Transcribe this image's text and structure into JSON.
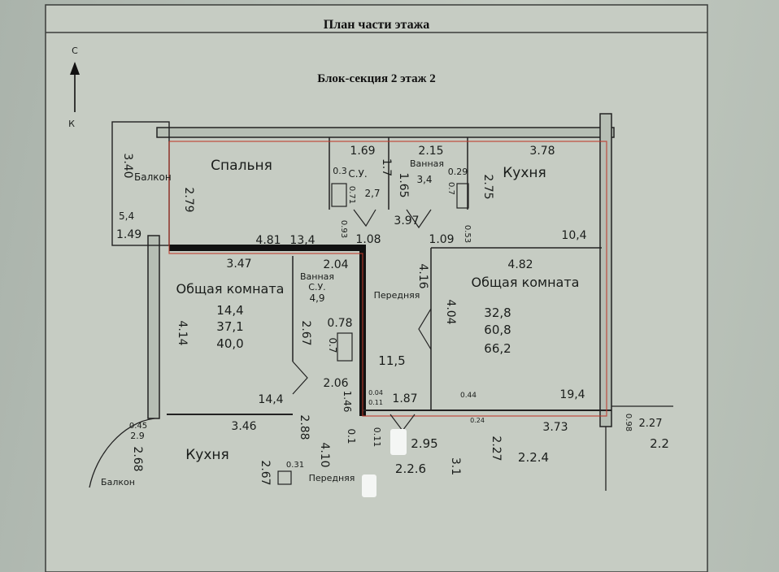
{
  "sheet": {
    "title": "План части этажа",
    "subtitle": "Блок-секция 2 этаж 2"
  },
  "compass": {
    "north": "С",
    "south": "К"
  },
  "rooms": {
    "balcony_top": {
      "label": "Балкон",
      "dim_v": "3.40",
      "area": "5,4",
      "dim_h": "1.49"
    },
    "bedroom": {
      "label": "Спальня",
      "dim_top": "1.69",
      "dim_side": "2.79",
      "dim_bottom": "4.81",
      "area": "13,4"
    },
    "wc_top": {
      "label": "С.У.",
      "dim_w": "0.3",
      "dim_v": "1.7",
      "area": "2,7",
      "dim_small": "0.71",
      "dim_bottom": "1.08",
      "dim_diag": "0.93"
    },
    "bath_top": {
      "label": "Ванная",
      "dim_top": "2.15",
      "dim_side": "1.65",
      "area": "3,4",
      "dim_w": "0.29",
      "dim_small": "0.7",
      "dim_bottom": "3.97"
    },
    "kitchen_right": {
      "label": "Кухня",
      "dim_top": "3.78",
      "dim_side": "2.75",
      "area": "10,4",
      "dim_small": "0.53",
      "dim_bottom": "1.09"
    },
    "living_left": {
      "label": "Общая комната",
      "dim_top": "3.47",
      "dim_side": "4.14",
      "area_room": "14,4",
      "area_living": "37,1",
      "area_total": "40,0",
      "area_bottom": "14,4"
    },
    "bath_mid": {
      "label_1": "Ванная",
      "label_2": "С.У.",
      "dim_top": "2.04",
      "area": "4,9",
      "dim_side": "2.67",
      "dim_small": "0.78",
      "dim_v": "0.7",
      "dim_bottom": "2.06"
    },
    "hall_mid": {
      "label": "Передняя",
      "dim_side": "4.16",
      "area": "11,5",
      "dim_bottom": "1.87",
      "dim_small_1": "1.46",
      "dim_small_2": "0.04",
      "dim_small_3": "0.11"
    },
    "living_right": {
      "label": "Общая комната",
      "dim_top": "4.82",
      "dim_side": "4.04",
      "area_room": "32,8",
      "area_living": "60,8",
      "area_total": "66,2",
      "area_bottom": "19,4",
      "dim_small": "0.44"
    },
    "kitchen_bottom": {
      "label": "Кухня",
      "dim_top": "3.46",
      "dim_side": "2.67",
      "dim_side_2": "2.88",
      "dim_v": "4.10",
      "dim_small": "0.31",
      "dim_w": "0.1"
    },
    "balcony_bottom": {
      "label": "Балкон",
      "dim_1": "0.45",
      "dim_2": "2.9",
      "dim_3": "2.68"
    },
    "hall_bottom": {
      "label": "Передняя",
      "dim_small": "0.11"
    },
    "apt_226": {
      "label": "2.2.6",
      "dim_1": "2.95",
      "dim_2": "3.1"
    },
    "apt_224": {
      "label": "2.2.4",
      "dim_1": "2.27",
      "dim_2": "3.73",
      "dim_3": "0.24"
    },
    "apt_22": {
      "label": "2.2",
      "dim_1": "2.27",
      "dim_2": "0.98"
    }
  }
}
